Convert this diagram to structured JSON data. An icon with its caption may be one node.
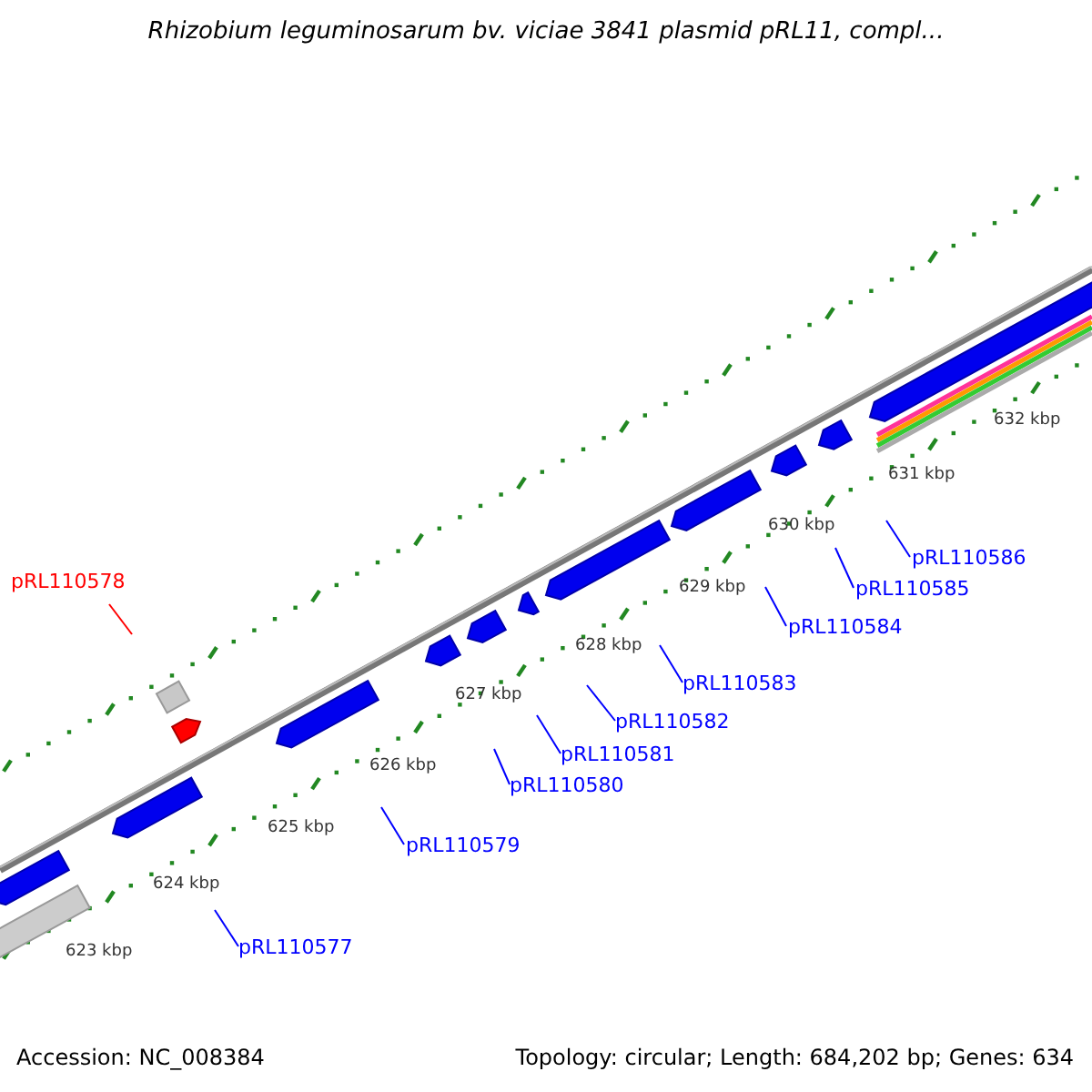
{
  "diagram": {
    "title": "Rhizobium leguminosarum bv. viciae 3841 plasmid pRL11, compl...",
    "nodes": [
      {
        "text": [
          "pRL110578"
        ]
      },
      {
        "text": [
          "pRL110577"
        ]
      },
      {
        "text": [
          "pRL110579"
        ]
      },
      {
        "text": [
          "pRL110580"
        ]
      },
      {
        "text": [
          "pRL110581"
        ]
      },
      {
        "text": [
          "pRL110582"
        ]
      },
      {
        "text": [
          "pRL110583"
        ]
      },
      {
        "text": [
          "pRL110584"
        ]
      },
      {
        "text": [
          "pRL110585"
        ]
      },
      {
        "text": [
          "pRL110586"
        ]
      }
    ],
    "edges": [
      {
        "from": 0,
        "to": null,
        "arrow": "none",
        "color": "#ff0000"
      },
      {
        "from": 1,
        "to": null,
        "arrow": "none"
      },
      {
        "from": 2,
        "to": null,
        "arrow": "none"
      },
      {
        "from": 3,
        "to": null,
        "arrow": "none"
      },
      {
        "from": 4,
        "to": null,
        "arrow": "none"
      },
      {
        "from": 5,
        "to": null,
        "arrow": "none"
      },
      {
        "from": 6,
        "to": null,
        "arrow": "none"
      },
      {
        "from": 7,
        "to": null,
        "arrow": "none"
      },
      {
        "from": 8,
        "to": null,
        "arrow": "none"
      },
      {
        "from": 9,
        "to": null,
        "arrow": "none"
      }
    ],
    "labels": [
      "623 kbp",
      "624 kbp",
      "625 kbp",
      "626 kbp",
      "627 kbp",
      "628 kbp",
      "629 kbp",
      "630 kbp",
      "631 kbp",
      "632 kbp",
      "Accession: NC_008384",
      "Topology: circular; Length: 684,202 bp; Genes: 634"
    ]
  }
}
